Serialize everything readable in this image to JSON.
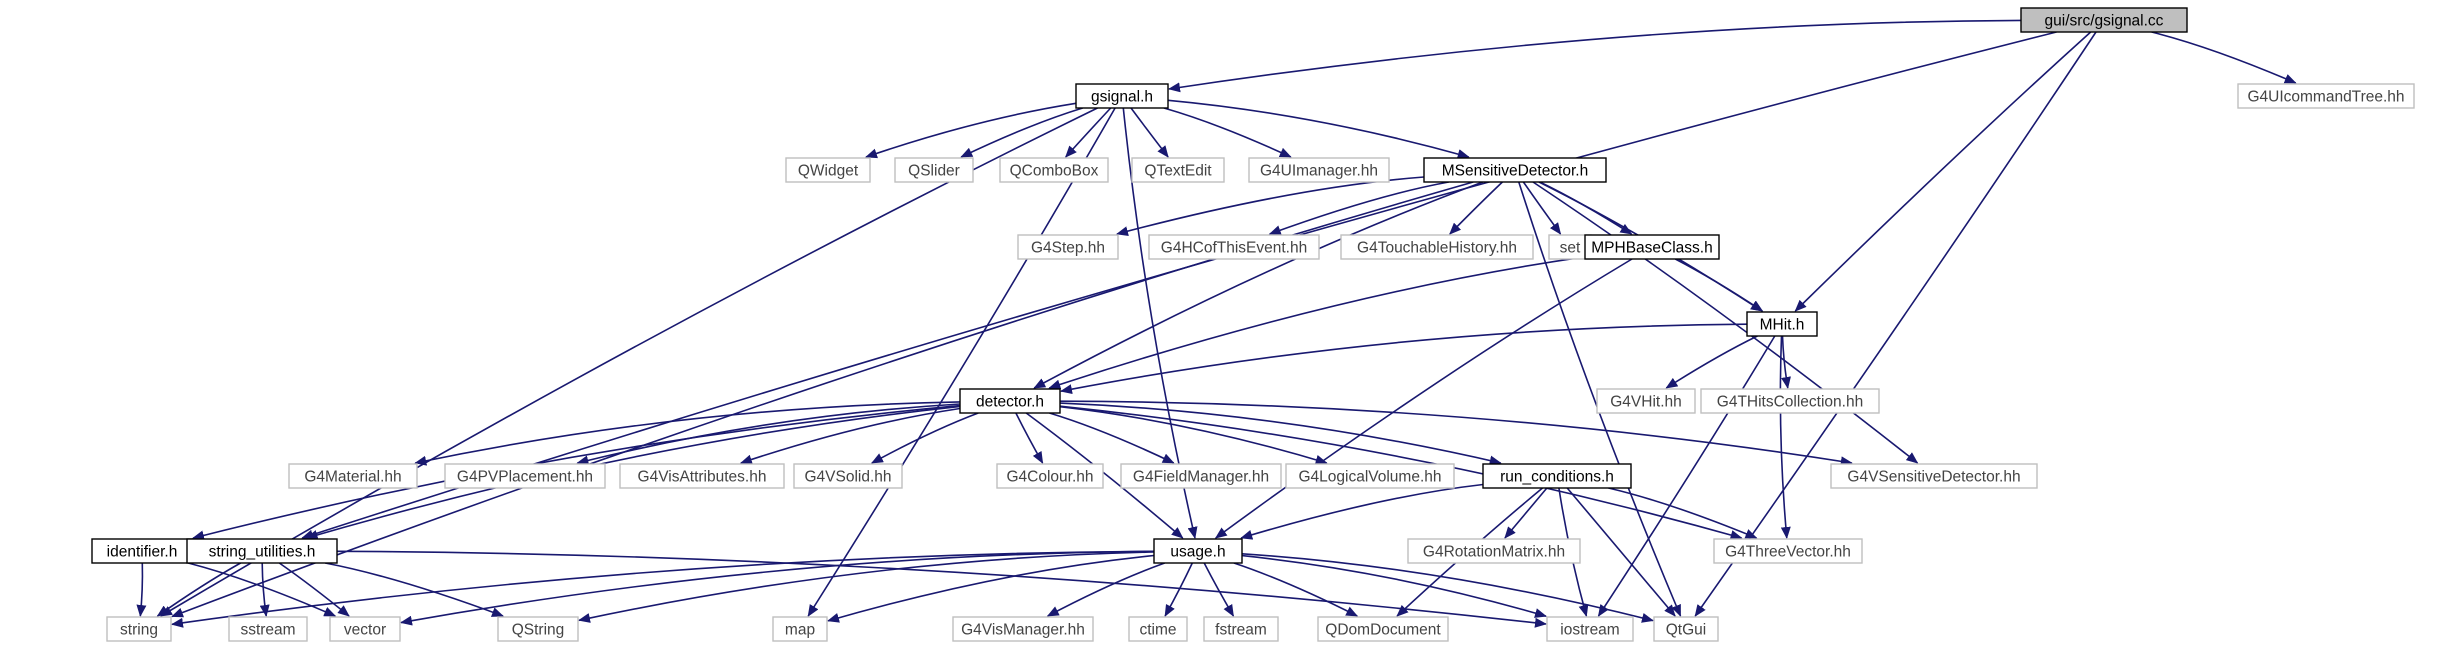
{
  "diagram": {
    "colors": {
      "edge": "#191970",
      "root_fill": "#bfbfbf",
      "documented_border": "#000000",
      "external_border": "#bfbfbf",
      "text": "#000000"
    },
    "nodes": [
      {
        "id": "gsignal_cc",
        "label": "gui/src/gsignal.cc",
        "kind": "root"
      },
      {
        "id": "G4UIcommandTree_hh",
        "label": "G4UIcommandTree.hh",
        "kind": "external"
      },
      {
        "id": "gsignal_h",
        "label": "gsignal.h",
        "kind": "documented"
      },
      {
        "id": "QWidget",
        "label": "QWidget",
        "kind": "external"
      },
      {
        "id": "QSlider",
        "label": "QSlider",
        "kind": "external"
      },
      {
        "id": "QComboBox",
        "label": "QComboBox",
        "kind": "external"
      },
      {
        "id": "QTextEdit",
        "label": "QTextEdit",
        "kind": "external"
      },
      {
        "id": "G4UImanager_hh",
        "label": "G4UImanager.hh",
        "kind": "external"
      },
      {
        "id": "MSensitiveDetector_h",
        "label": "MSensitiveDetector.h",
        "kind": "documented"
      },
      {
        "id": "G4Step_hh",
        "label": "G4Step.hh",
        "kind": "external"
      },
      {
        "id": "G4HCofThisEvent_hh",
        "label": "G4HCofThisEvent.hh",
        "kind": "external"
      },
      {
        "id": "G4TouchableHistory_hh",
        "label": "G4TouchableHistory.hh",
        "kind": "external"
      },
      {
        "id": "set",
        "label": "set",
        "kind": "external"
      },
      {
        "id": "MPHBaseClass_h",
        "label": "MPHBaseClass.h",
        "kind": "documented"
      },
      {
        "id": "MHit_h",
        "label": "MHit.h",
        "kind": "documented"
      },
      {
        "id": "G4VHit_hh",
        "label": "G4VHit.hh",
        "kind": "external"
      },
      {
        "id": "G4THitsCollection_hh",
        "label": "G4THitsCollection.hh",
        "kind": "external"
      },
      {
        "id": "detector_h",
        "label": "detector.h",
        "kind": "documented"
      },
      {
        "id": "G4Material_hh",
        "label": "G4Material.hh",
        "kind": "external"
      },
      {
        "id": "G4PVPlacement_hh",
        "label": "G4PVPlacement.hh",
        "kind": "external"
      },
      {
        "id": "G4VisAttributes_hh",
        "label": "G4VisAttributes.hh",
        "kind": "external"
      },
      {
        "id": "G4VSolid_hh",
        "label": "G4VSolid.hh",
        "kind": "external"
      },
      {
        "id": "G4Colour_hh",
        "label": "G4Colour.hh",
        "kind": "external"
      },
      {
        "id": "G4FieldManager_hh",
        "label": "G4FieldManager.hh",
        "kind": "external"
      },
      {
        "id": "G4LogicalVolume_hh",
        "label": "G4LogicalVolume.hh",
        "kind": "external"
      },
      {
        "id": "run_conditions_h",
        "label": "run_conditions.h",
        "kind": "documented"
      },
      {
        "id": "G4VSensitiveDetector_hh",
        "label": "G4VSensitiveDetector.hh",
        "kind": "external"
      },
      {
        "id": "identifier_h",
        "label": "identifier.h",
        "kind": "documented"
      },
      {
        "id": "string_utilities_h",
        "label": "string_utilities.h",
        "kind": "documented"
      },
      {
        "id": "usage_h",
        "label": "usage.h",
        "kind": "documented"
      },
      {
        "id": "G4RotationMatrix_hh",
        "label": "G4RotationMatrix.hh",
        "kind": "external"
      },
      {
        "id": "G4ThreeVector_hh",
        "label": "G4ThreeVector.hh",
        "kind": "external"
      },
      {
        "id": "string",
        "label": "string",
        "kind": "external"
      },
      {
        "id": "sstream",
        "label": "sstream",
        "kind": "external"
      },
      {
        "id": "vector",
        "label": "vector",
        "kind": "external"
      },
      {
        "id": "QString",
        "label": "QString",
        "kind": "external"
      },
      {
        "id": "map",
        "label": "map",
        "kind": "external"
      },
      {
        "id": "G4VisManager_hh",
        "label": "G4VisManager.hh",
        "kind": "external"
      },
      {
        "id": "ctime",
        "label": "ctime",
        "kind": "external"
      },
      {
        "id": "fstream",
        "label": "fstream",
        "kind": "external"
      },
      {
        "id": "QDomDocument",
        "label": "QDomDocument",
        "kind": "external"
      },
      {
        "id": "iostream",
        "label": "iostream",
        "kind": "external"
      },
      {
        "id": "QtGui",
        "label": "QtGui",
        "kind": "external"
      }
    ],
    "edges": [
      {
        "from": "gsignal_cc",
        "to": "gsignal_h"
      },
      {
        "from": "gsignal_cc",
        "to": "G4UIcommandTree_hh"
      },
      {
        "from": "gsignal_cc",
        "to": "MHit_h"
      },
      {
        "from": "gsignal_cc",
        "to": "string_utilities_h"
      },
      {
        "from": "gsignal_cc",
        "to": "QtGui"
      },
      {
        "from": "gsignal_h",
        "to": "QWidget"
      },
      {
        "from": "gsignal_h",
        "to": "QSlider"
      },
      {
        "from": "gsignal_h",
        "to": "QComboBox"
      },
      {
        "from": "gsignal_h",
        "to": "QTextEdit"
      },
      {
        "from": "gsignal_h",
        "to": "G4UImanager_hh"
      },
      {
        "from": "gsignal_h",
        "to": "MSensitiveDetector_h"
      },
      {
        "from": "gsignal_h",
        "to": "string"
      },
      {
        "from": "gsignal_h",
        "to": "map"
      },
      {
        "from": "gsignal_h",
        "to": "usage_h"
      },
      {
        "from": "MSensitiveDetector_h",
        "to": "G4Step_hh"
      },
      {
        "from": "MSensitiveDetector_h",
        "to": "G4HCofThisEvent_hh"
      },
      {
        "from": "MSensitiveDetector_h",
        "to": "G4TouchableHistory_hh"
      },
      {
        "from": "MSensitiveDetector_h",
        "to": "set"
      },
      {
        "from": "MSensitiveDetector_h",
        "to": "MPHBaseClass_h"
      },
      {
        "from": "MSensitiveDetector_h",
        "to": "MHit_h"
      },
      {
        "from": "MSensitiveDetector_h",
        "to": "detector_h"
      },
      {
        "from": "MSensitiveDetector_h",
        "to": "G4VSensitiveDetector_hh"
      },
      {
        "from": "MSensitiveDetector_h",
        "to": "QtGui"
      },
      {
        "from": "MSensitiveDetector_h",
        "to": "string"
      },
      {
        "from": "MPHBaseClass_h",
        "to": "MHit_h"
      },
      {
        "from": "MPHBaseClass_h",
        "to": "detector_h"
      },
      {
        "from": "MPHBaseClass_h",
        "to": "usage_h"
      },
      {
        "from": "MHit_h",
        "to": "G4VHit_hh"
      },
      {
        "from": "MHit_h",
        "to": "G4THitsCollection_hh"
      },
      {
        "from": "MHit_h",
        "to": "detector_h"
      },
      {
        "from": "MHit_h",
        "to": "G4ThreeVector_hh"
      },
      {
        "from": "MHit_h",
        "to": "iostream"
      },
      {
        "from": "detector_h",
        "to": "G4Material_hh"
      },
      {
        "from": "detector_h",
        "to": "G4PVPlacement_hh"
      },
      {
        "from": "detector_h",
        "to": "G4VisAttributes_hh"
      },
      {
        "from": "detector_h",
        "to": "G4VSolid_hh"
      },
      {
        "from": "detector_h",
        "to": "G4Colour_hh"
      },
      {
        "from": "detector_h",
        "to": "G4FieldManager_hh"
      },
      {
        "from": "detector_h",
        "to": "G4LogicalVolume_hh"
      },
      {
        "from": "detector_h",
        "to": "run_conditions_h"
      },
      {
        "from": "detector_h",
        "to": "G4VSensitiveDetector_hh"
      },
      {
        "from": "detector_h",
        "to": "identifier_h"
      },
      {
        "from": "detector_h",
        "to": "string_utilities_h"
      },
      {
        "from": "detector_h",
        "to": "usage_h"
      },
      {
        "from": "detector_h",
        "to": "G4ThreeVector_hh"
      },
      {
        "from": "run_conditions_h",
        "to": "usage_h"
      },
      {
        "from": "run_conditions_h",
        "to": "G4RotationMatrix_hh"
      },
      {
        "from": "run_conditions_h",
        "to": "G4ThreeVector_hh"
      },
      {
        "from": "run_conditions_h",
        "to": "QDomDocument"
      },
      {
        "from": "run_conditions_h",
        "to": "iostream"
      },
      {
        "from": "run_conditions_h",
        "to": "QtGui"
      },
      {
        "from": "identifier_h",
        "to": "string"
      },
      {
        "from": "identifier_h",
        "to": "vector"
      },
      {
        "from": "string_utilities_h",
        "to": "string"
      },
      {
        "from": "string_utilities_h",
        "to": "sstream"
      },
      {
        "from": "string_utilities_h",
        "to": "vector"
      },
      {
        "from": "string_utilities_h",
        "to": "QString"
      },
      {
        "from": "string_utilities_h",
        "to": "iostream"
      },
      {
        "from": "usage_h",
        "to": "string"
      },
      {
        "from": "usage_h",
        "to": "vector"
      },
      {
        "from": "usage_h",
        "to": "QString"
      },
      {
        "from": "usage_h",
        "to": "map"
      },
      {
        "from": "usage_h",
        "to": "G4VisManager_hh"
      },
      {
        "from": "usage_h",
        "to": "ctime"
      },
      {
        "from": "usage_h",
        "to": "fstream"
      },
      {
        "from": "usage_h",
        "to": "QDomDocument"
      },
      {
        "from": "usage_h",
        "to": "iostream"
      },
      {
        "from": "usage_h",
        "to": "QtGui"
      }
    ]
  }
}
